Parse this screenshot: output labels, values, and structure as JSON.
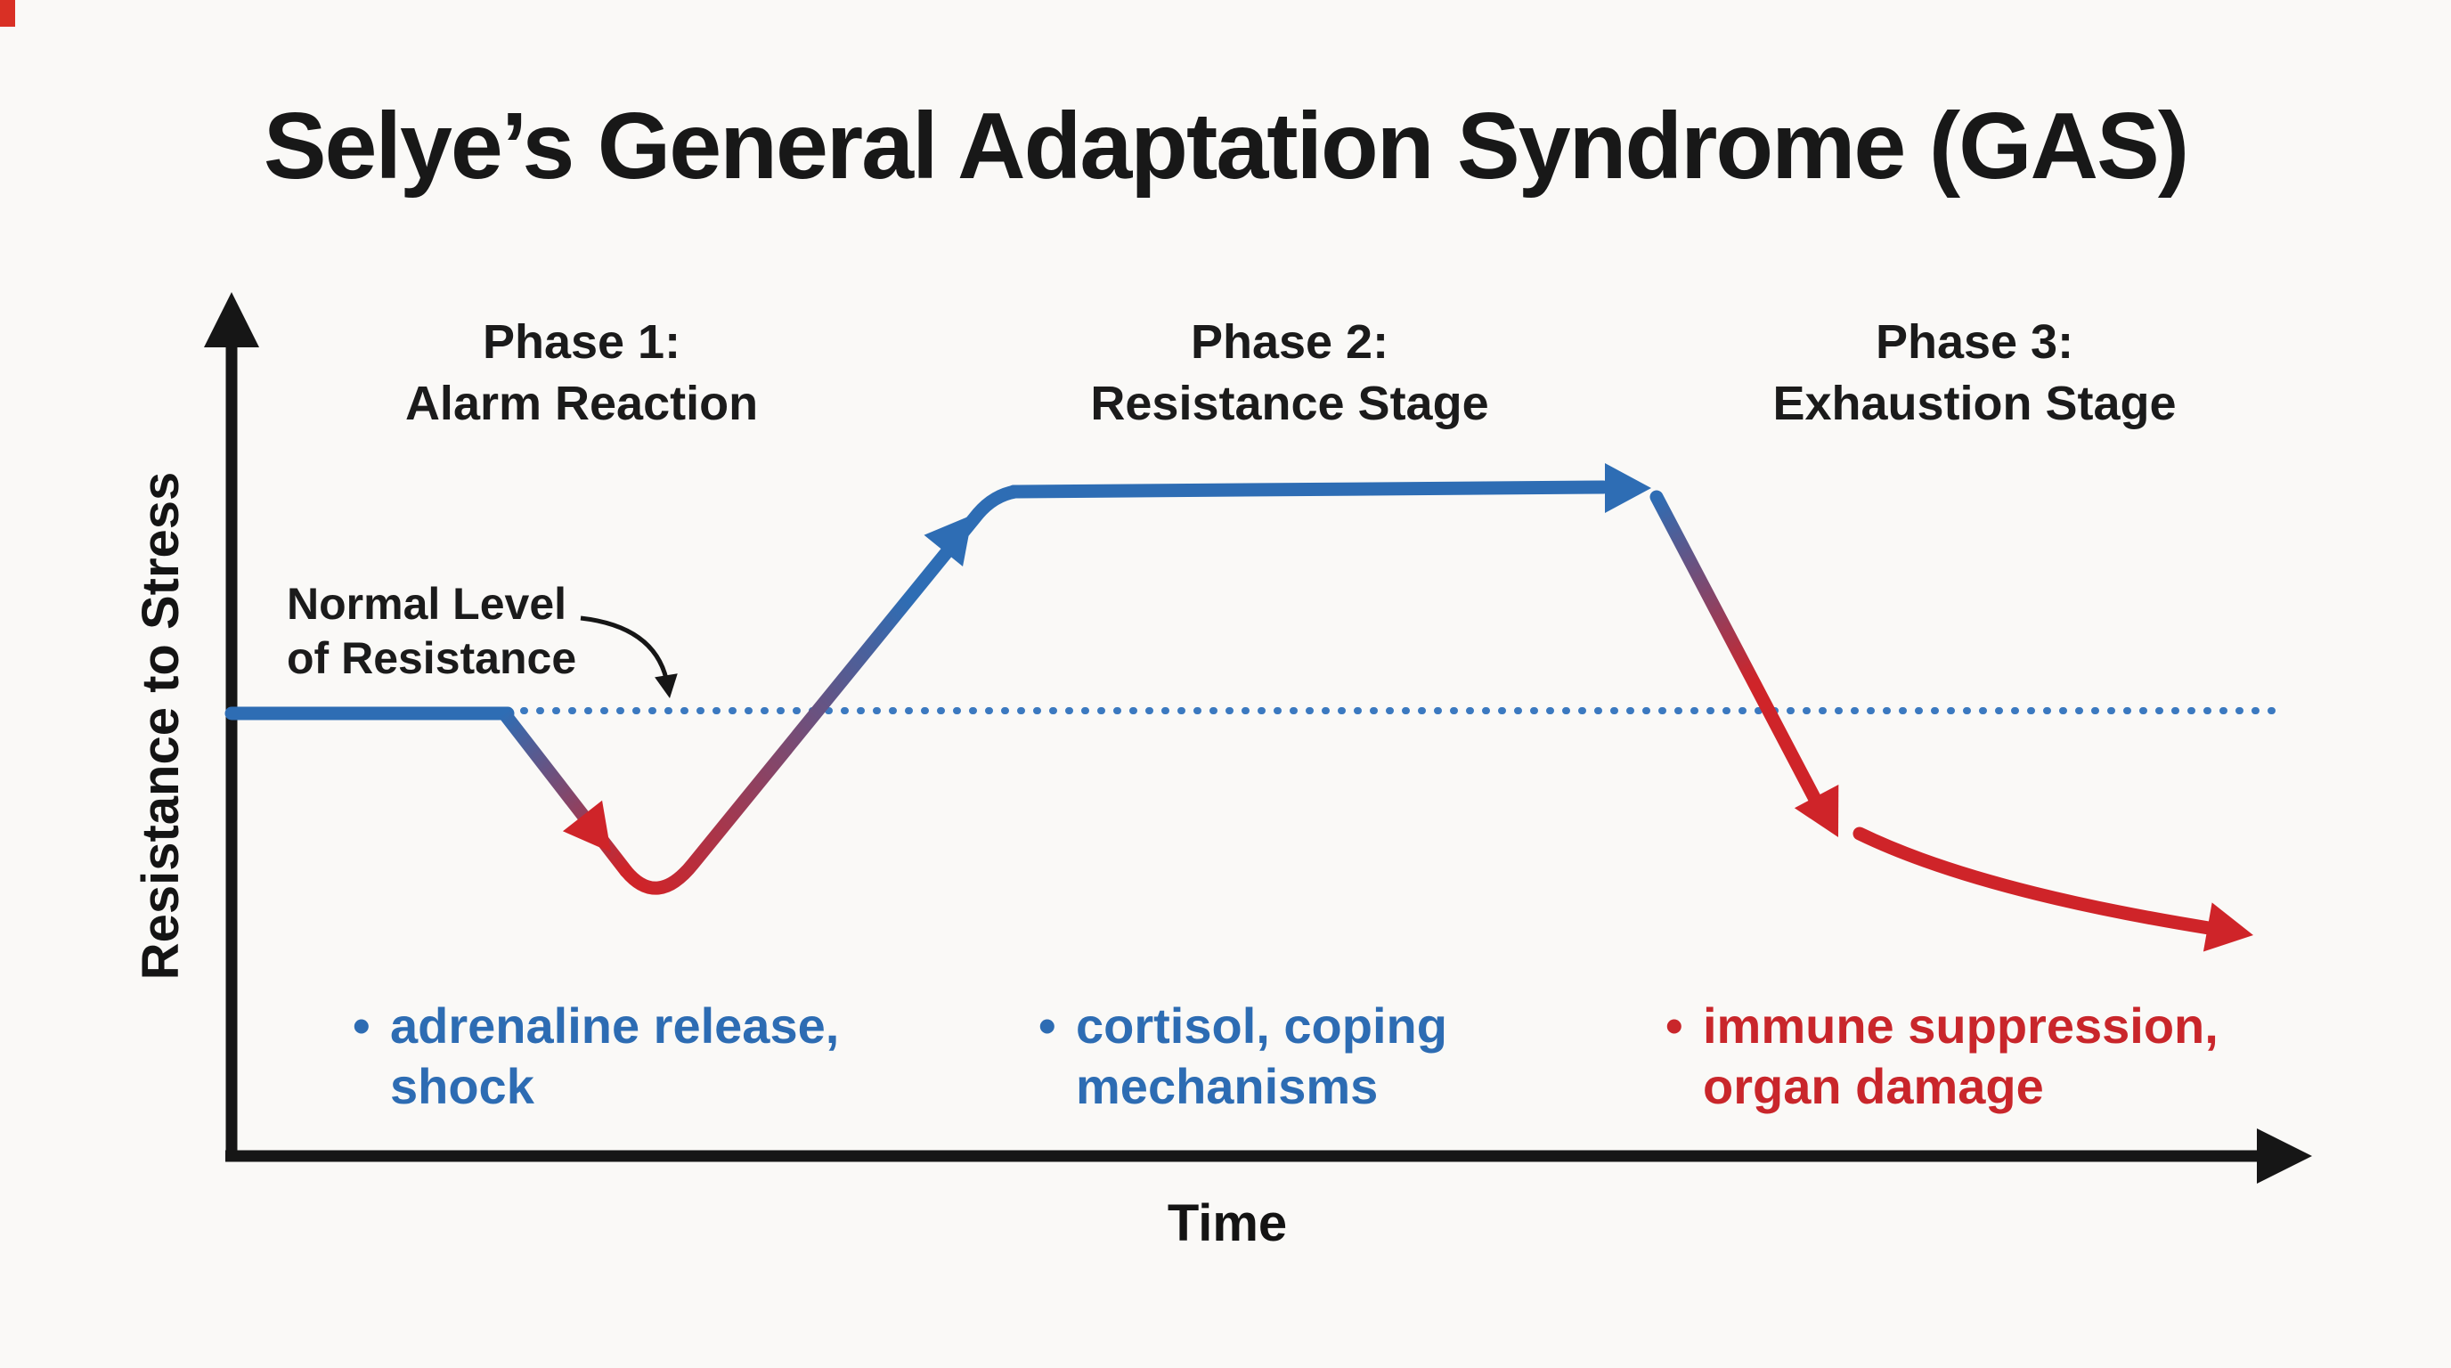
{
  "title": "Selye’s General Adaptation Syndrome (GAS)",
  "bullet_glyph": "•",
  "axes": {
    "y_label": "Resistance to Stress",
    "x_label": "Time"
  },
  "baseline": {
    "line1": "Normal Level",
    "line2": "of Resistance"
  },
  "phases": [
    {
      "label_line1": "Phase 1:",
      "label_line2": "Alarm Reaction",
      "note_line1": "adrenaline release,",
      "note_line2": "shock"
    },
    {
      "label_line1": "Phase 2:",
      "label_line2": "Resistance Stage",
      "note_line1": "cortisol, coping",
      "note_line2": "mechanisms"
    },
    {
      "label_line1": "Phase 3:",
      "label_line2": "Exhaustion Stage",
      "note_line1": "immune suppression,",
      "note_line2": "organ damage"
    }
  ],
  "colors": {
    "curve_blue": "#2e6db4",
    "curve_red": "#cf2429",
    "dotted_baseline_blue": "#3b79c0",
    "axis_black": "#161616",
    "note_blue": "#2d6cb3",
    "note_red": "#c9262b",
    "background": "#faf9f7",
    "corner_mark_red": "#d93025"
  },
  "chart_data": {
    "type": "line",
    "title": "Selye’s General Adaptation Syndrome (GAS)",
    "xlabel": "Time",
    "ylabel": "Resistance to Stress",
    "baseline_label": "Normal Level of Resistance",
    "grid": false,
    "legend": false,
    "phases": [
      "Alarm Reaction",
      "Resistance Stage",
      "Exhaustion Stage"
    ],
    "series": [
      {
        "name": "Resistance to stress",
        "x_milestones": [
          "start",
          "alarm dip (shock)",
          "recovery crossing normal",
          "resistance plateau start",
          "resistance plateau end",
          "exhaustion drop",
          "final decline"
        ],
        "values_relative_to_normal": [
          0,
          -0.45,
          0,
          0.55,
          0.55,
          -0.25,
          -0.55
        ],
        "color_coding": "blue = adaptive resistance, red = depleted resistance"
      }
    ]
  }
}
